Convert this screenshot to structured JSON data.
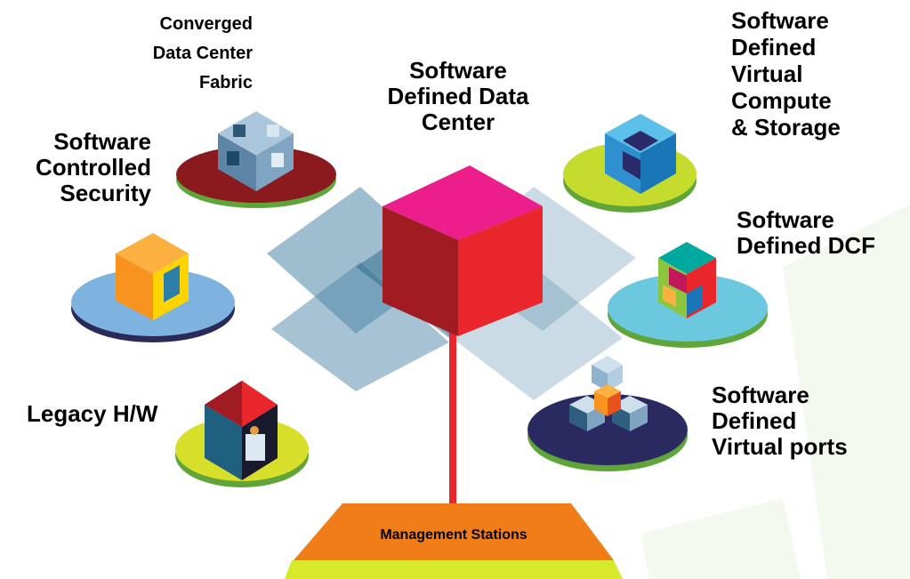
{
  "center": {
    "lines": [
      "Software",
      "Defined Data",
      "Center"
    ]
  },
  "nodes": [
    {
      "id": "converged-fabric",
      "lines": [
        "Converged",
        "Data Center",
        "Fabric"
      ],
      "disc_color": "#8b1a1e"
    },
    {
      "id": "security",
      "lines": [
        "Software",
        "Controlled",
        "Security"
      ],
      "disc_color": "#7fb3df"
    },
    {
      "id": "legacy",
      "lines": [
        "Legacy H/W"
      ],
      "disc_color": "#d8df2a"
    },
    {
      "id": "compute-storage",
      "lines": [
        "Software",
        "Defined",
        "Virtual",
        "Compute",
        "& Storage"
      ],
      "disc_color": "#c5db2e"
    },
    {
      "id": "dcf",
      "lines": [
        "Software",
        "Defined DCF"
      ],
      "disc_color": "#6cc8de"
    },
    {
      "id": "virtual-ports",
      "lines": [
        "Software",
        "Defined",
        "Virtual ports"
      ],
      "disc_color": "#2a2a60"
    }
  ],
  "management": {
    "label": "Management Stations",
    "color": "#f07d18"
  },
  "colors": {
    "center_cube_front": "#e8262c",
    "center_cube_top": "#ec1e8c",
    "center_cube_side": "#a11c22",
    "pole": "#e8262c",
    "planes": "#5a8fae"
  }
}
